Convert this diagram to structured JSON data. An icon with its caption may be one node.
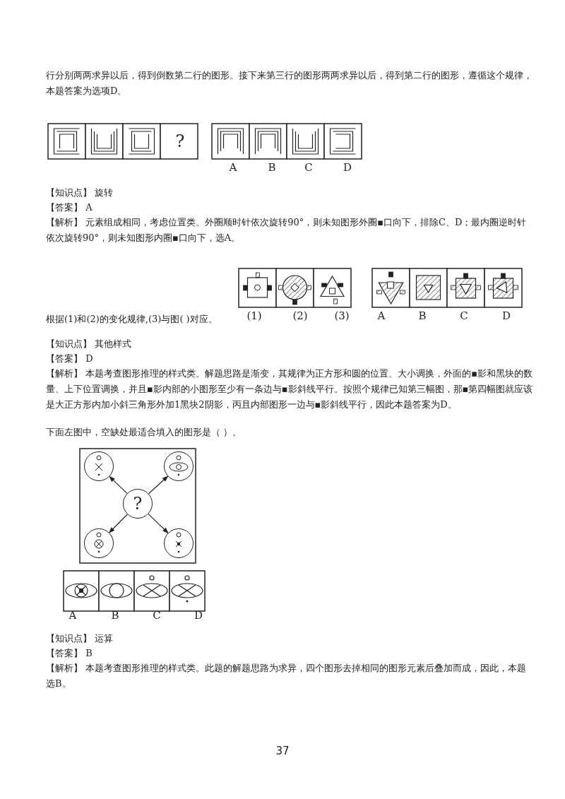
{
  "diagram": {
    "nodes": [
      {
        "text": [],
        "shape": "circle"
      },
      {
        "text": [],
        "shape": "circle"
      },
      {
        "text": [
          "?"
        ]
      },
      {
        "text": [],
        "shape": "circle"
      },
      {
        "text": [],
        "shape": "circle"
      }
    ],
    "edges": [
      {
        "from": 2,
        "to": 0,
        "arrow": "to"
      },
      {
        "from": 2,
        "to": 1,
        "arrow": "to"
      },
      {
        "from": 2,
        "to": 3,
        "arrow": "to"
      },
      {
        "from": 2,
        "to": 4,
        "arrow": "to"
      }
    ],
    "labels": [
      "行分别两两求异以后，得到倒数第二行的图形。接下来第三行的图形两两求异以后，得到第二行的图形，遵循这个规律，本题答案为选项D。",
      "?",
      "A",
      "B",
      "C",
      "D",
      "【知识点】 旋转",
      "【答案】 A",
      "【解析】 元素组成相同，考虑位置类。外圈顺时针依次旋转90°，则未知图形外圈▪口向下，排除C、D；最内圈逆时针依次旋转90°，则未知图形内圈▪口向下，选A。",
      "根据(1)和(2)的变化规律,(3)与图( )对应。",
      "(1)",
      "(2)",
      "(3)",
      "A",
      "B",
      "C",
      "D",
      "【知识点】 其他样式",
      "【答案】 D",
      "【解析】 本题考查图形推理的样式类。解题思路是渐变，其规律为正方形和圆的位置、大小调换，外面的▪影和黑块的数量、上下位置调换，并且▪影内部的小图形至少有一条边与▪影斜线平行。按照个规律已知第三幅图，那▪第四幅图就应该是大正方形内加小斜三角形外加1黑块2阴影，丙且内部图形一边与▪影斜线平行，因此本题答案为D。",
      "下面左图中，空缺处最适合填入的图形是（ ）。",
      "A",
      "B",
      "C",
      "D",
      "【知识点】 运算",
      "【答案】 B",
      "【解析】 本题考查图形推理的样式类。此题的解题思路为求异，四个图形去掉相同的图形元素后叠加而成，因此，本题选B。",
      "37"
    ]
  }
}
